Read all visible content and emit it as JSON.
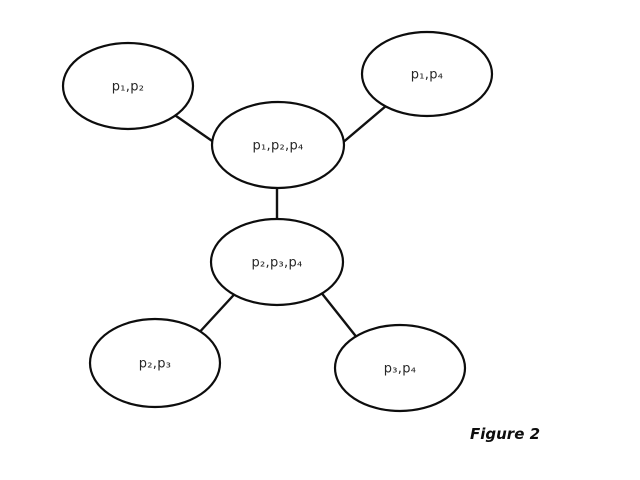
{
  "figure": {
    "caption": "Figure 2"
  },
  "diagram": {
    "type": "graph",
    "description": "Six ellipse nodes connected by undirected edges",
    "nodes": [
      {
        "id": "n0",
        "label": "p₁,p₂"
      },
      {
        "id": "n1",
        "label": "p₁,p₄"
      },
      {
        "id": "n2",
        "label": "p₁,p₂,p₄"
      },
      {
        "id": "n3",
        "label": "p₂,p₃,p₄"
      },
      {
        "id": "n4",
        "label": "p₂,p₃"
      },
      {
        "id": "n5",
        "label": "p₃,p₄"
      }
    ],
    "edges": [
      {
        "from": "p₁,p₂",
        "to": "p₁,p₂,p₄"
      },
      {
        "from": "p₁,p₄",
        "to": "p₁,p₂,p₄"
      },
      {
        "from": "p₁,p₂,p₄",
        "to": "p₂,p₃,p₄"
      },
      {
        "from": "p₂,p₃,p₄",
        "to": "p₂,p₃"
      },
      {
        "from": "p₂,p₃,p₄",
        "to": "p₃,p₄"
      }
    ]
  }
}
